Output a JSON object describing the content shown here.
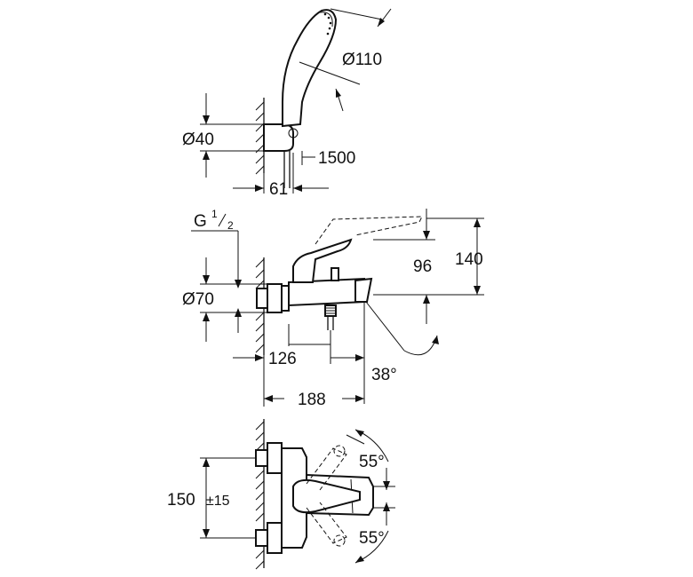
{
  "colors": {
    "line": "#111111",
    "background": "#ffffff"
  },
  "top_view": {
    "handshower_diameter": "Ø110",
    "holder_diameter": "Ø40",
    "hose_length": "1500",
    "wall_offset": "61"
  },
  "middle_view": {
    "thread_label": "G",
    "thread_fraction_num": "1",
    "thread_fraction_den": "2",
    "escutcheon_diameter": "Ø70",
    "height_96": "96",
    "height_140": "140",
    "projection_126": "126",
    "projection_188": "188",
    "spout_angle": "38°"
  },
  "bottom_view": {
    "centers": "150",
    "tolerance": "±15",
    "rotation_up": "55°",
    "rotation_down": "55°"
  }
}
